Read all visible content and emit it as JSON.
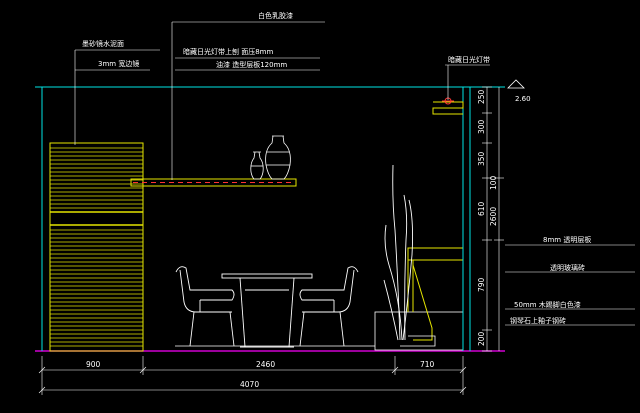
{
  "annotations": {
    "ceiling_material": "白色乳胶漆",
    "wall_finish": "墨砂镜水泥面",
    "mirror": "3mm 宽边镜",
    "shelf_light": "暗藏日光灯带上刨 面压8mm",
    "shelf_board": "油漆 造型层板120mm",
    "hidden_light": "暗藏日光灯带",
    "glass_shelf": "8mm 透明层板",
    "glass_panel": "透明玻璃砖",
    "base_finish": "50mm 木踢脚白色漆",
    "floor_finish": "钢琴石上釉子钢砖",
    "level_mark": "2.60"
  },
  "dimensions": {
    "horizontal": [
      "900",
      "2460",
      "710"
    ],
    "total": "4070",
    "vertical_right": [
      "250",
      "300",
      "350",
      "610",
      "790",
      "200"
    ],
    "vertical_group_a": "100",
    "vertical_group_b": "2600"
  }
}
